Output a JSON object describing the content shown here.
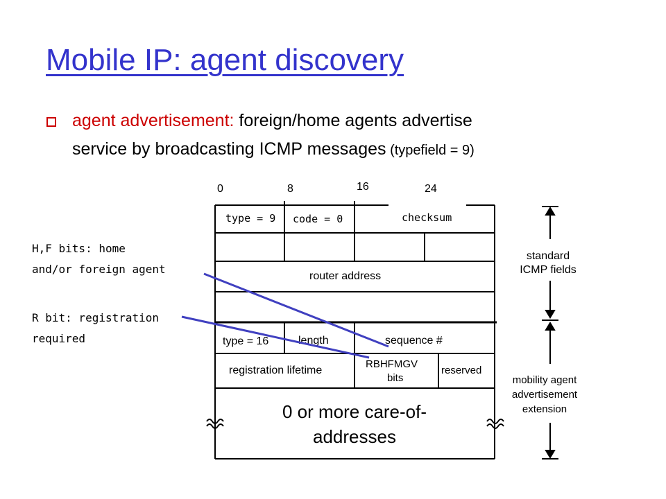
{
  "title": "Mobile IP: agent discovery",
  "bullet": {
    "term": "agent advertisement:",
    "text_line1": " foreign/home agents advertise",
    "text_line2": "service by broadcasting ICMP messages",
    "note": " (typefield = 9)"
  },
  "bit_offsets": [
    "0",
    "8",
    "16",
    "24"
  ],
  "fields": {
    "type_icmp": "type = 9",
    "code": "code = 0",
    "checksum": "checksum",
    "router_address": "router address",
    "type_ext": "type = 16",
    "length": "length",
    "sequence": "sequence #",
    "reg_lifetime": "registration lifetime",
    "flag_bits": "RBHFMGV",
    "flag_bits2": "bits",
    "reserved": "reserved",
    "care_of_1": "0 or more care-of-",
    "care_of_2": "addresses"
  },
  "annotations": {
    "hf_1": "H,F bits: home",
    "hf_2": "and/or foreign agent",
    "r_1": "R bit: registration",
    "r_2": "required"
  },
  "brackets": {
    "standard_1": "standard",
    "standard_2": "ICMP fields",
    "mobility_1": "mobility agent",
    "mobility_2": "advertisement",
    "mobility_3": "extension"
  },
  "colors": {
    "title": "#3333cc",
    "accent": "#cc0000",
    "line": "#4040c0"
  }
}
